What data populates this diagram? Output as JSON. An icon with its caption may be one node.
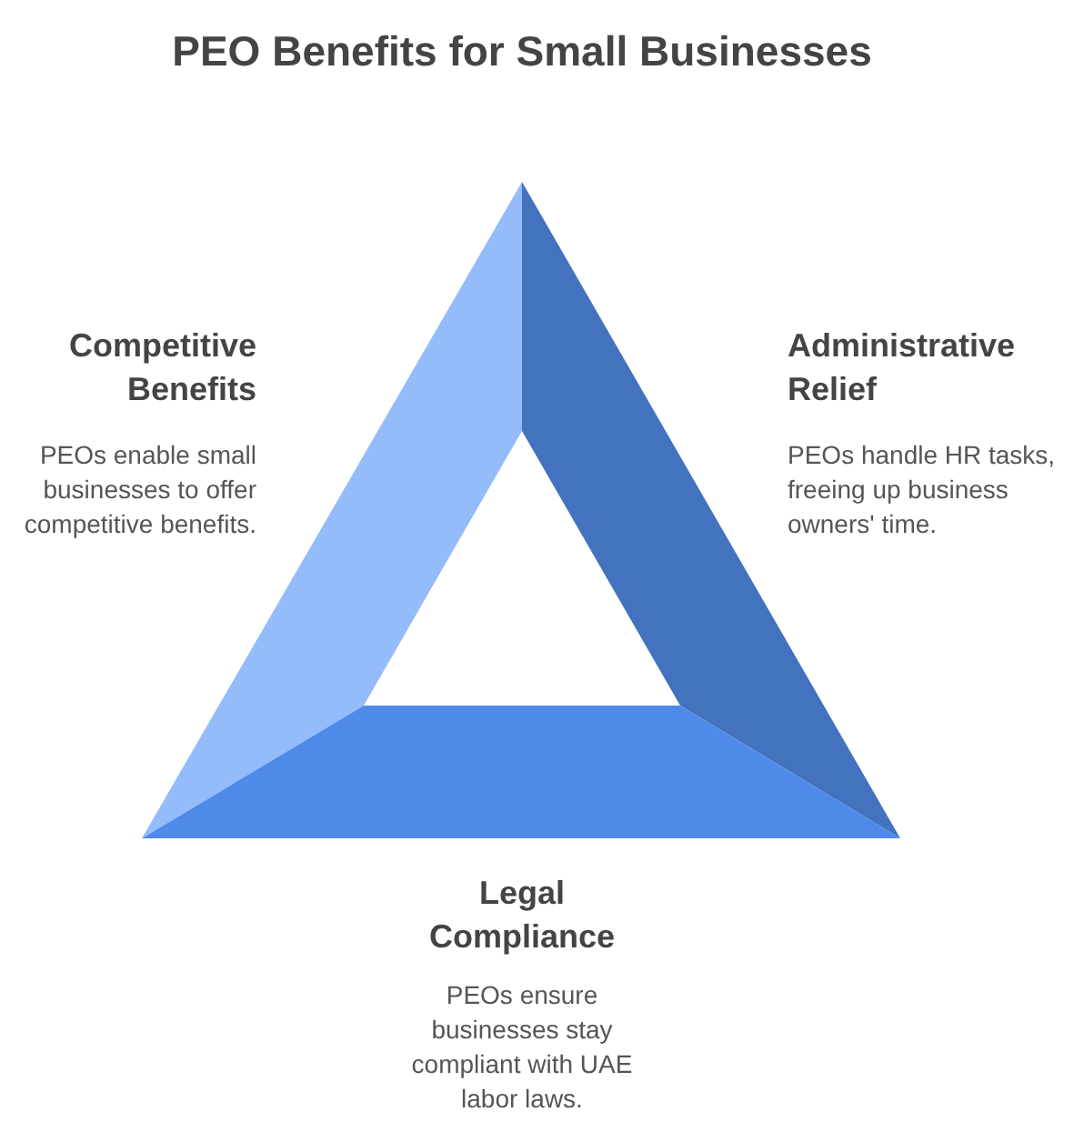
{
  "diagram": {
    "title": "PEO Benefits for Small Businesses",
    "nodes": [
      {
        "text": [],
        "shape": "trapezoid",
        "beside": [
          "Competitive Benefits",
          "PEOs enable small businesses to offer competitive benefits."
        ]
      },
      {
        "text": [],
        "shape": "trapezoid",
        "beside": [
          "Administrative Relief",
          "PEOs handle HR tasks, freeing up business owners' time."
        ]
      },
      {
        "text": [],
        "shape": "trapezoid",
        "beside": [
          "Legal Compliance",
          "PEOs ensure businesses stay compliant with UAE labor laws."
        ]
      }
    ]
  }
}
